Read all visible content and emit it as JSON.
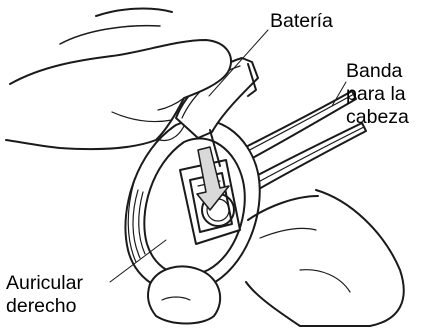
{
  "figure": {
    "labels": {
      "battery": "Batería",
      "headband": [
        "Banda",
        "para la",
        "cabeza"
      ],
      "right_earpiece": [
        "Auricular",
        "derecho"
      ]
    },
    "colors": {
      "line": "#1a1a1a",
      "fill": "#ffffff",
      "shade": "#d9d9d9"
    }
  }
}
